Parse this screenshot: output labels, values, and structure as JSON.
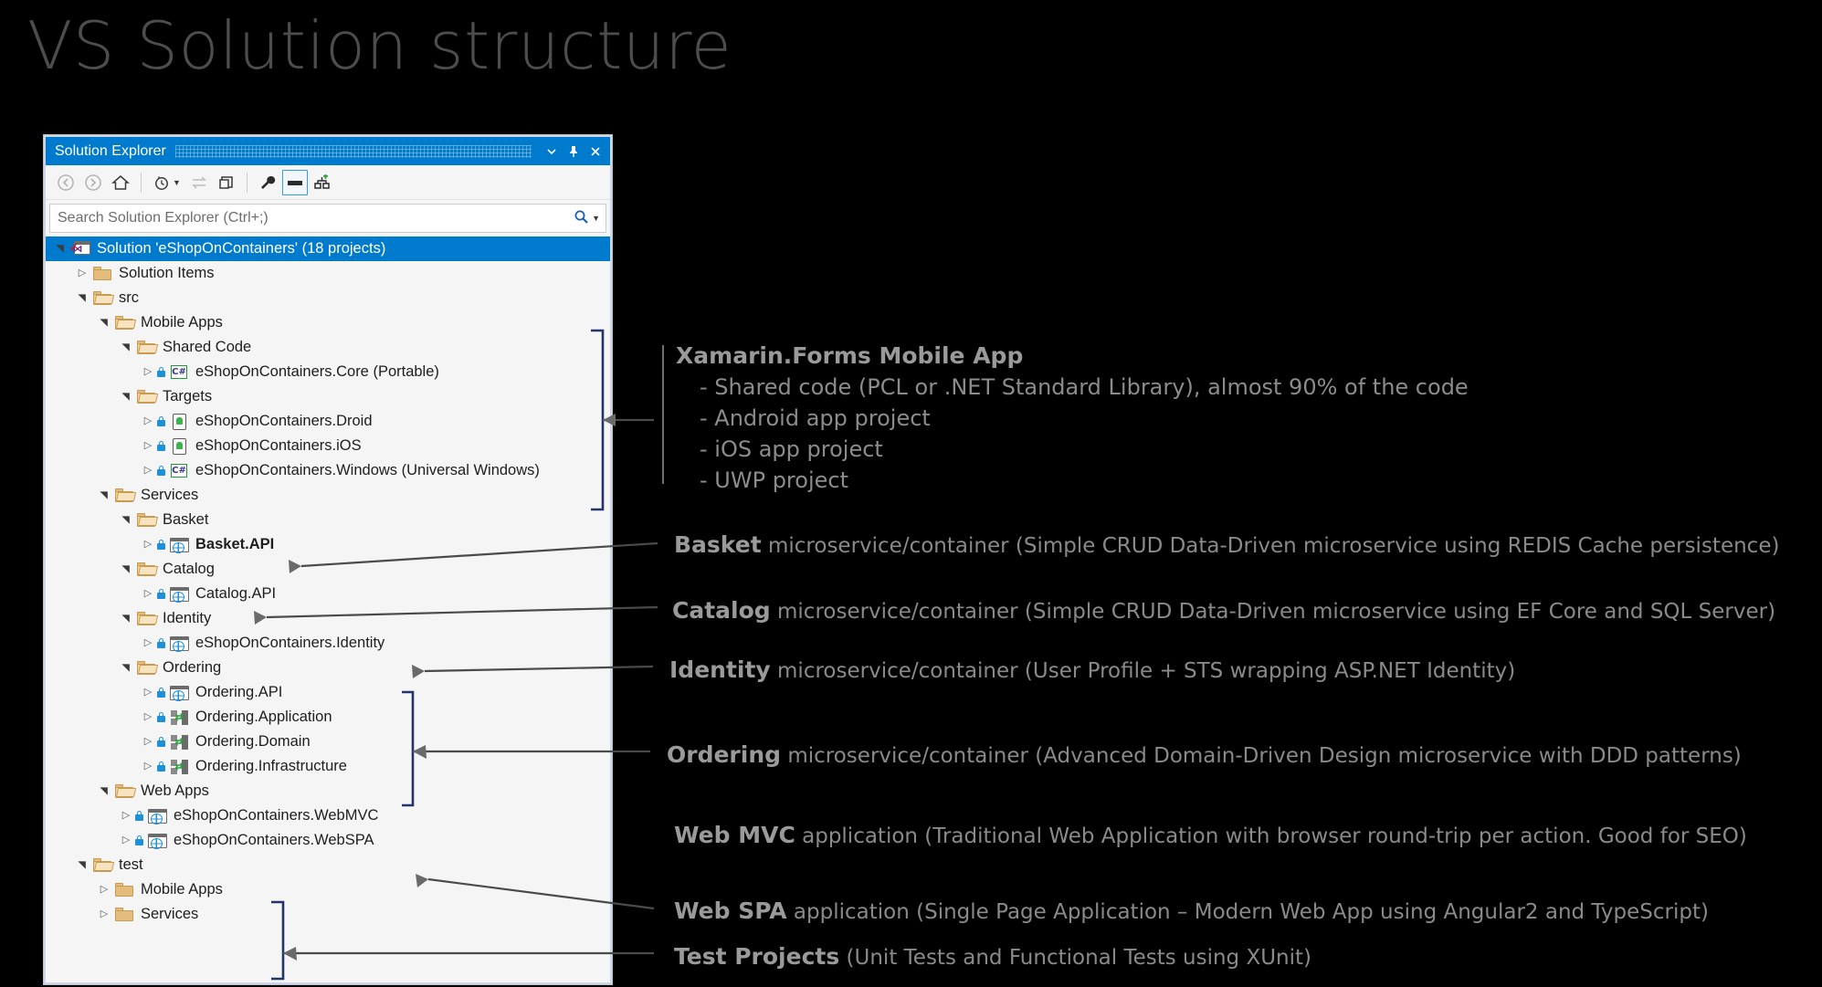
{
  "slide": {
    "title": "VS Solution structure"
  },
  "window": {
    "title": "Solution Explorer",
    "title_buttons": [
      {
        "name": "dropdown",
        "glyph": "▾"
      },
      {
        "name": "pin",
        "glyph": "📌"
      },
      {
        "name": "close",
        "glyph": "✕"
      }
    ],
    "toolbar": [
      {
        "name": "back",
        "glyph": "◀",
        "active": false
      },
      {
        "name": "forward",
        "glyph": "▶",
        "active": false
      },
      {
        "name": "home",
        "glyph": "⌂",
        "active": false
      },
      {
        "name": "pending-changes",
        "glyph": "◔",
        "active": false
      },
      {
        "name": "sync-with-active-document",
        "glyph": "⇆",
        "active": false
      },
      {
        "name": "show-all-files",
        "glyph": "❐",
        "active": false
      },
      {
        "name": "properties",
        "glyph": "🔧",
        "active": false
      },
      {
        "name": "preview-selected-items",
        "glyph": "▬",
        "active": true
      },
      {
        "name": "view-class-diagram",
        "glyph": "⚒",
        "active": false
      }
    ],
    "search": {
      "placeholder": "Search Solution Explorer (Ctrl+;)",
      "value": ""
    }
  },
  "tree": [
    {
      "label": "Solution 'eShopOnContainers' (18 projects)",
      "depth": 0,
      "state": "expanded",
      "icon": "visual-studio-solution",
      "selected": true,
      "bold": false,
      "lock": false
    },
    {
      "label": "Solution Items",
      "depth": 1,
      "state": "collapsed",
      "icon": "folder-closed",
      "selected": false,
      "bold": false,
      "lock": false
    },
    {
      "label": "src",
      "depth": 1,
      "state": "expanded",
      "icon": "folder-open",
      "selected": false,
      "bold": false,
      "lock": false
    },
    {
      "label": "Mobile Apps",
      "depth": 2,
      "state": "expanded",
      "icon": "folder-open",
      "selected": false,
      "bold": false,
      "lock": false
    },
    {
      "label": "Shared Code",
      "depth": 3,
      "state": "expanded",
      "icon": "folder-open",
      "selected": false,
      "bold": false,
      "lock": false
    },
    {
      "label": "eShopOnContainers.Core (Portable)",
      "depth": 4,
      "state": "collapsed",
      "icon": "csharp-project",
      "selected": false,
      "bold": false,
      "lock": true
    },
    {
      "label": "Targets",
      "depth": 3,
      "state": "expanded",
      "icon": "folder-open",
      "selected": false,
      "bold": false,
      "lock": false
    },
    {
      "label": "eShopOnContainers.Droid",
      "depth": 4,
      "state": "collapsed",
      "icon": "android-project",
      "selected": false,
      "bold": false,
      "lock": true
    },
    {
      "label": "eShopOnContainers.iOS",
      "depth": 4,
      "state": "collapsed",
      "icon": "ios-project",
      "selected": false,
      "bold": false,
      "lock": true
    },
    {
      "label": "eShopOnContainers.Windows (Universal Windows)",
      "depth": 4,
      "state": "collapsed",
      "icon": "csharp-project",
      "selected": false,
      "bold": false,
      "lock": true
    },
    {
      "label": "Services",
      "depth": 2,
      "state": "expanded",
      "icon": "folder-open",
      "selected": false,
      "bold": false,
      "lock": false
    },
    {
      "label": "Basket",
      "depth": 3,
      "state": "expanded",
      "icon": "folder-open",
      "selected": false,
      "bold": false,
      "lock": false
    },
    {
      "label": "Basket.API",
      "depth": 4,
      "state": "collapsed",
      "icon": "web-project",
      "selected": false,
      "bold": true,
      "lock": true
    },
    {
      "label": "Catalog",
      "depth": 3,
      "state": "expanded",
      "icon": "folder-open",
      "selected": false,
      "bold": false,
      "lock": false
    },
    {
      "label": "Catalog.API",
      "depth": 4,
      "state": "collapsed",
      "icon": "web-project",
      "selected": false,
      "bold": false,
      "lock": true
    },
    {
      "label": "Identity",
      "depth": 3,
      "state": "expanded",
      "icon": "folder-open",
      "selected": false,
      "bold": false,
      "lock": false
    },
    {
      "label": "eShopOnContainers.Identity",
      "depth": 4,
      "state": "collapsed",
      "icon": "web-project",
      "selected": false,
      "bold": false,
      "lock": true
    },
    {
      "label": "Ordering",
      "depth": 3,
      "state": "expanded",
      "icon": "folder-open",
      "selected": false,
      "bold": false,
      "lock": false
    },
    {
      "label": "Ordering.API",
      "depth": 4,
      "state": "collapsed",
      "icon": "web-project",
      "selected": false,
      "bold": false,
      "lock": true
    },
    {
      "label": "Ordering.Application",
      "depth": 4,
      "state": "collapsed",
      "icon": "library-project",
      "selected": false,
      "bold": false,
      "lock": true
    },
    {
      "label": "Ordering.Domain",
      "depth": 4,
      "state": "collapsed",
      "icon": "library-project",
      "selected": false,
      "bold": false,
      "lock": true
    },
    {
      "label": "Ordering.Infrastructure",
      "depth": 4,
      "state": "collapsed",
      "icon": "library-project",
      "selected": false,
      "bold": false,
      "lock": true
    },
    {
      "label": "Web Apps",
      "depth": 2,
      "state": "expanded",
      "icon": "folder-open",
      "selected": false,
      "bold": false,
      "lock": false
    },
    {
      "label": "eShopOnContainers.WebMVC",
      "depth": 3,
      "state": "collapsed",
      "icon": "web-project",
      "selected": false,
      "bold": false,
      "lock": true
    },
    {
      "label": "eShopOnContainers.WebSPA",
      "depth": 3,
      "state": "collapsed",
      "icon": "web-project",
      "selected": false,
      "bold": false,
      "lock": true
    },
    {
      "label": "test",
      "depth": 1,
      "state": "expanded",
      "icon": "folder-open",
      "selected": false,
      "bold": false,
      "lock": false
    },
    {
      "label": "Mobile Apps",
      "depth": 2,
      "state": "collapsed",
      "icon": "folder-closed",
      "selected": false,
      "bold": false,
      "lock": false
    },
    {
      "label": "Services",
      "depth": 2,
      "state": "collapsed",
      "icon": "folder-closed",
      "selected": false,
      "bold": false,
      "lock": false
    }
  ],
  "annotations": {
    "xamarin": {
      "title": "Xamarin.Forms Mobile App",
      "bullets": [
        "- Shared code (PCL or .NET Standard Library), almost 90% of the code",
        "- Android app project",
        "- iOS app project",
        "- UWP project"
      ]
    },
    "lines": [
      {
        "head": "Basket",
        "tail": " microservice/container (Simple CRUD Data-Driven microservice using REDIS Cache persistence)"
      },
      {
        "head": "Catalog",
        "tail": " microservice/container (Simple CRUD Data-Driven microservice using EF Core and SQL Server)"
      },
      {
        "head": "Identity",
        "tail": " microservice/container (User Profile + STS wrapping ASP.NET Identity)"
      },
      {
        "head": "Ordering",
        "tail": " microservice/container (Advanced Domain-Driven Design microservice with DDD patterns)"
      },
      {
        "head": "Web MVC",
        "tail": " application (Traditional Web Application with browser round-trip per action. Good for SEO)"
      },
      {
        "head": "Web SPA",
        "tail": " application (Single Page Application – Modern Web App using Angular2 and TypeScript)"
      },
      {
        "head": "Test Projects",
        "tail": " (Unit Tests and Functional Tests using XUnit)"
      }
    ]
  },
  "colors": {
    "background": "#000000",
    "accent_blue": "#007acc",
    "annotation_text": "#8c8c8c",
    "title_text": "#4d4d4d",
    "connector": "#4a4a4a",
    "bracket": "#22346b"
  }
}
